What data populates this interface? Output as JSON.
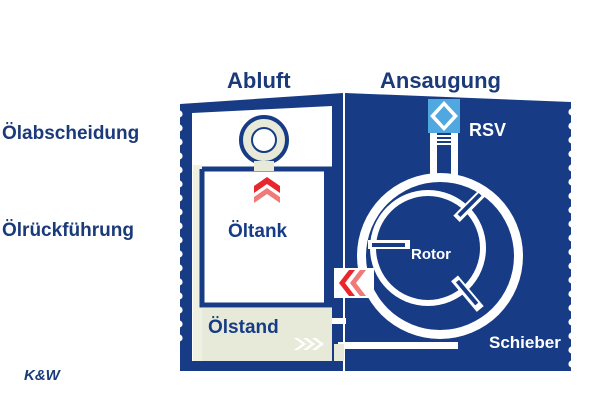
{
  "labels": {
    "abluft": "Abluft",
    "ansaugung": "Ansaugung",
    "oelabscheidung": "Ölabscheidung",
    "oelrueckfuehrung": "Ölrückführung",
    "oeltank": "Öltank",
    "oelstand": "Ölstand",
    "rsv": "RSV",
    "rotor": "Rotor",
    "schieber": "Schieber",
    "brand": "K&W"
  },
  "colors": {
    "navy": "#173c85",
    "label_blue": "#1b3a7a",
    "oil_tint": "#e7ead8",
    "arrow_red": "#e8262b",
    "valve_blue": "#4fa8e0",
    "white": "#ffffff"
  },
  "icons": {
    "check_valve_left": "red-chevron-arrow-up",
    "check_valve_right": "red-chevron-arrow-left",
    "level_indicator": "white-chevron-arrows-right",
    "rsv_valve": "diamond-valve-with-spring"
  }
}
